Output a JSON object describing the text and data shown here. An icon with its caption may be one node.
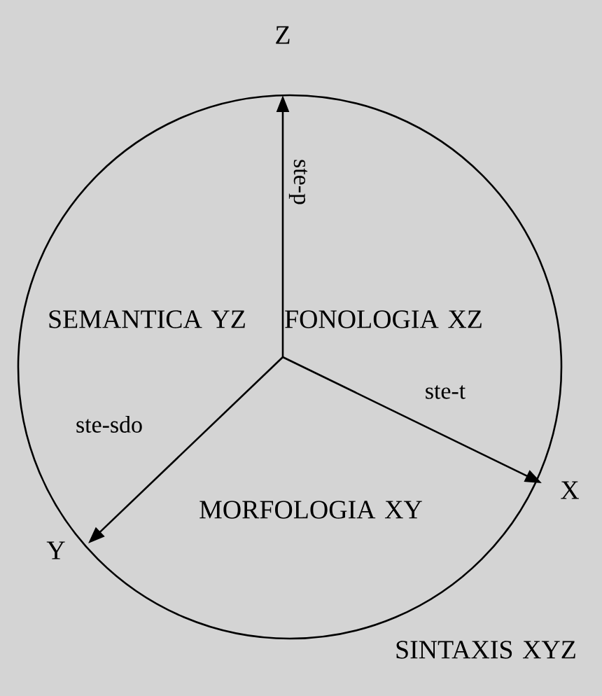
{
  "diagram": {
    "nodes": [
      {
        "text": [
          "Z"
        ]
      },
      {
        "text": [
          "Y"
        ]
      },
      {
        "text": [
          "X"
        ]
      }
    ],
    "edges": [
      {
        "from": null,
        "to": 0,
        "arrow": "to",
        "label": "ste-p"
      },
      {
        "from": null,
        "to": 1,
        "arrow": "to",
        "label": "ste-sdo"
      },
      {
        "from": null,
        "to": 2,
        "arrow": "to",
        "label": "ste-t"
      }
    ],
    "labels": [
      "SEMANTICA YZ",
      "FONOLOGIA XZ",
      "MORFOLOGIA XY",
      "SINTAXIS XYZ"
    ]
  }
}
